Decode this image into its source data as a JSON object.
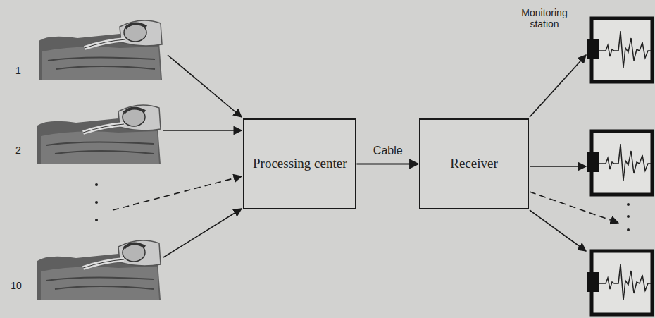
{
  "diagram": {
    "nodes": [
      {
        "text": [
          "Processing center"
        ]
      },
      {
        "text": [
          "Receiver"
        ]
      }
    ],
    "edges": [
      {
        "from": 0,
        "to": 1,
        "label": "Cable",
        "arrow": "to"
      }
    ],
    "labels": [
      "1",
      "2",
      "10",
      "Monitoring station"
    ]
  }
}
